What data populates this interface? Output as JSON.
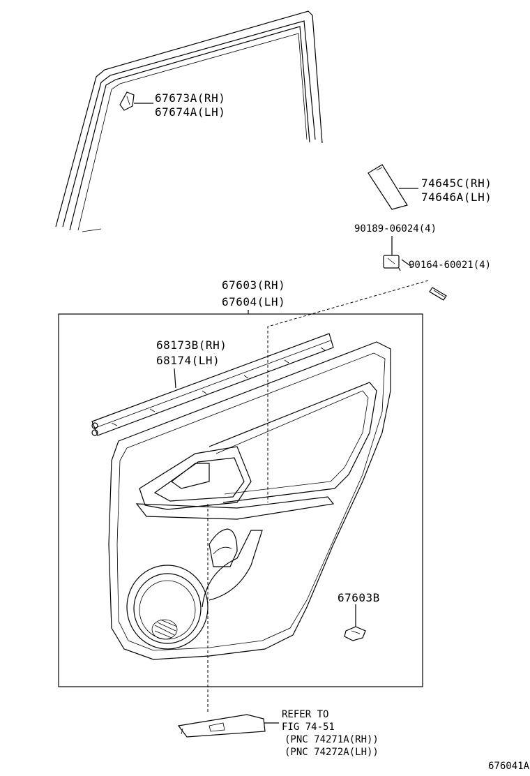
{
  "callouts": [
    {
      "id": "p1",
      "lines": [
        "67673A(RH)",
        "67674A(LH)"
      ]
    },
    {
      "id": "p2",
      "lines": [
        "74645C(RH)",
        "74646A(LH)"
      ]
    },
    {
      "id": "p3",
      "lines": [
        "90189-06024(4)"
      ]
    },
    {
      "id": "p4",
      "lines": [
        "90164-60021(4)"
      ]
    },
    {
      "id": "p5",
      "lines": [
        "67603(RH)",
        "67604(LH)"
      ]
    },
    {
      "id": "p6",
      "lines": [
        "68173B(RH)",
        "68174(LH)"
      ]
    },
    {
      "id": "p7",
      "lines": [
        "67603B"
      ]
    },
    {
      "id": "p8",
      "lines": [
        "REFER TO",
        "FIG 74-51",
        "(PNC 74271A(RH))",
        "(PNC 74272A(LH))"
      ]
    }
  ],
  "figure_id": "676041A"
}
